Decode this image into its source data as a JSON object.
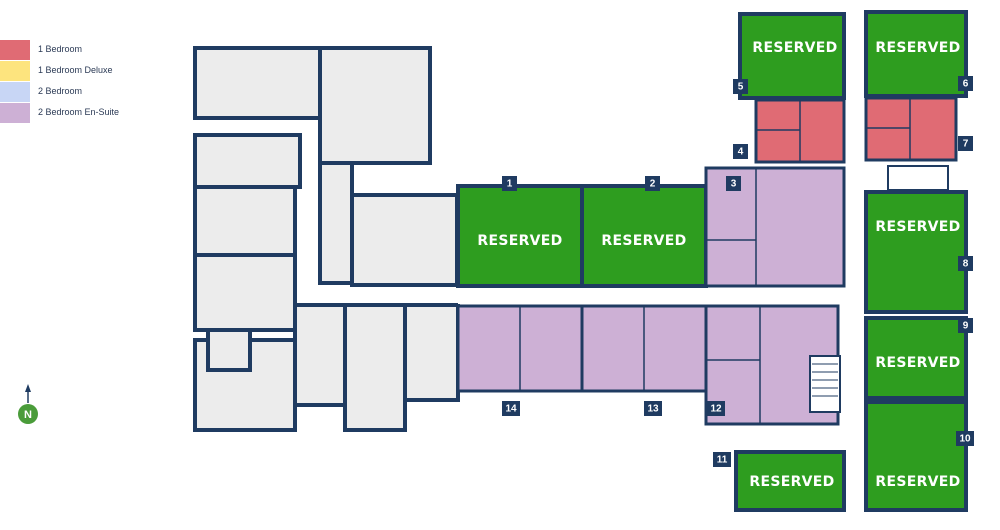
{
  "legend": [
    {
      "label": "1 Bedroom",
      "color": "#e06b74"
    },
    {
      "label": "1 Bedroom Deluxe",
      "color": "#fde47e"
    },
    {
      "label": "2 Bedroom",
      "color": "#c8d6f5"
    },
    {
      "label": "2 Bedroom En-Suite",
      "color": "#cdb0d5"
    }
  ],
  "reserved_label": "RESERVED",
  "compass": {
    "label": "N"
  },
  "units": [
    {
      "number": "1",
      "status": "reserved"
    },
    {
      "number": "2",
      "status": "reserved"
    },
    {
      "number": "3",
      "type": "2 Bedroom En-Suite"
    },
    {
      "number": "4",
      "type": "1 Bedroom"
    },
    {
      "number": "5",
      "status": "reserved"
    },
    {
      "number": "6",
      "status": "reserved"
    },
    {
      "number": "7",
      "type": "1 Bedroom"
    },
    {
      "number": "8",
      "status": "reserved"
    },
    {
      "number": "9",
      "status": "reserved"
    },
    {
      "number": "10",
      "status": "reserved"
    },
    {
      "number": "11",
      "status": "reserved"
    },
    {
      "number": "12",
      "type": "2 Bedroom En-Suite"
    },
    {
      "number": "13",
      "type": "2 Bedroom En-Suite"
    },
    {
      "number": "14",
      "type": "2 Bedroom En-Suite"
    }
  ],
  "colors": {
    "wall": "#1f3b61",
    "common_floor": "#ececec",
    "reserved": "#2e9d1f",
    "one_bedroom": "#e06b74",
    "en_suite": "#cdb0d5",
    "compass_green": "#4a9c3a"
  }
}
